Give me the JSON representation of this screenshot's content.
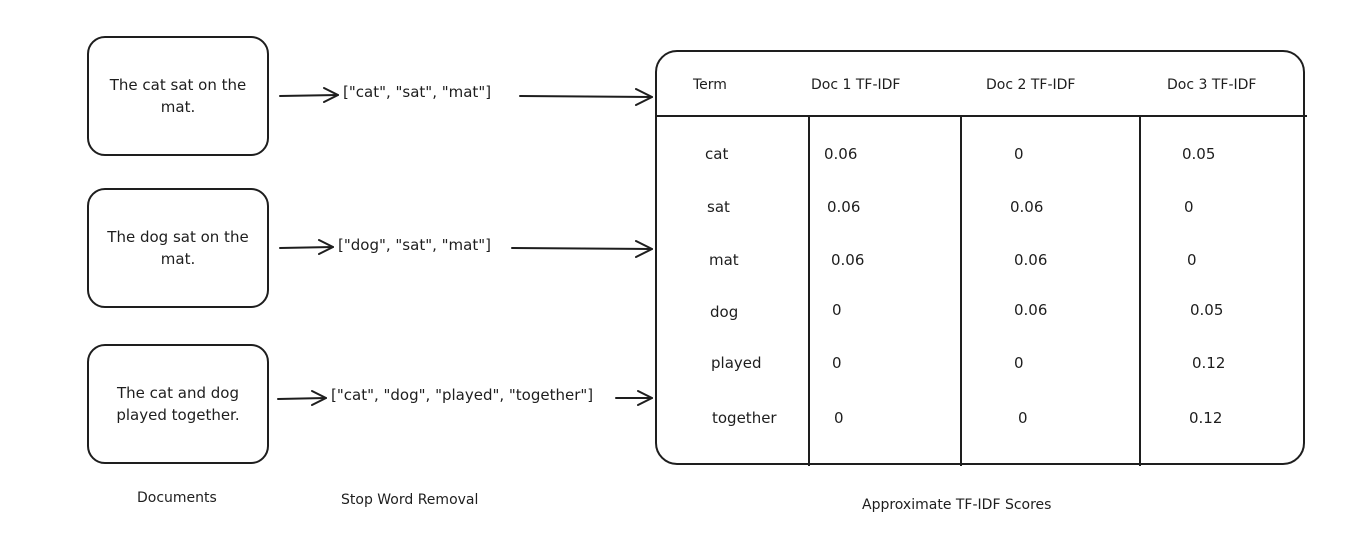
{
  "documents": [
    {
      "text": "The cat sat on the\nmat."
    },
    {
      "text": "The dog sat on the\nmat."
    },
    {
      "text": "The cat and dog\nplayed together."
    }
  ],
  "tokens": [
    "[\"cat\", \"sat\", \"mat\"]",
    "[\"dog\", \"sat\", \"mat\"]",
    "[\"cat\", \"dog\", \"played\", \"together\"]"
  ],
  "table": {
    "headers": [
      "Term",
      "Doc 1 TF-IDF",
      "Doc 2 TF-IDF",
      "Doc 3 TF-IDF"
    ],
    "rows": [
      [
        "cat",
        "0.06",
        "0",
        "0.05"
      ],
      [
        "sat",
        "0.06",
        "0.06",
        "0"
      ],
      [
        "mat",
        "0.06",
        "0.06",
        "0"
      ],
      [
        "dog",
        "0",
        "0.06",
        "0.05"
      ],
      [
        "played",
        "0",
        "0",
        "0.12"
      ],
      [
        "together",
        "0",
        "0",
        "0.12"
      ]
    ]
  },
  "captions": {
    "documents": "Documents",
    "stopwords": "Stop Word Removal",
    "scores": "Approximate TF-IDF Scores"
  }
}
